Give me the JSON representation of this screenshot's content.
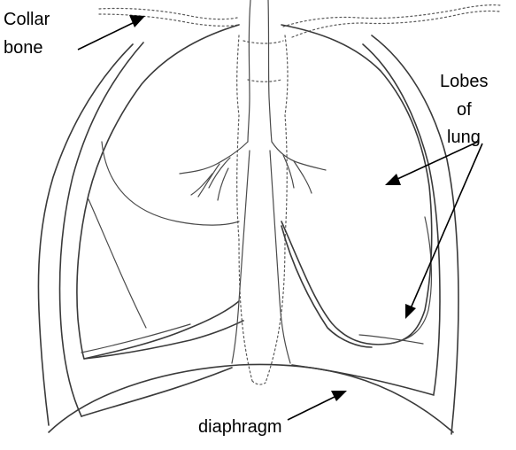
{
  "labels": {
    "collar_bone_line1": "Collar",
    "collar_bone_line2": "bone",
    "lobes_line1": "Lobes",
    "lobes_line2": "of",
    "lobes_line3": "lung",
    "diaphragm": "diaphragm"
  },
  "colors": {
    "ink": "#3a3a3a",
    "arrow": "#000000",
    "background": "#ffffff"
  }
}
